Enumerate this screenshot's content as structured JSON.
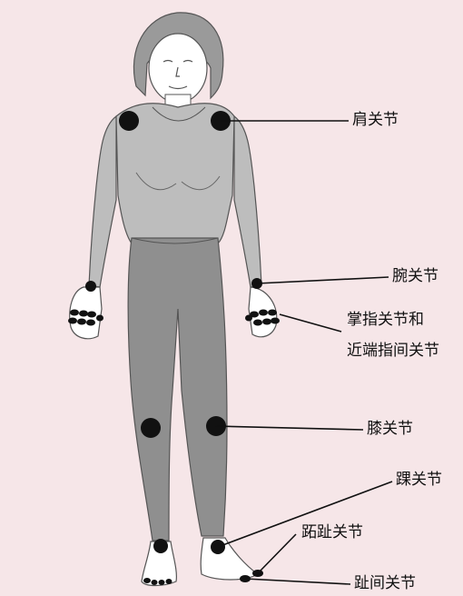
{
  "diagram": {
    "labels": {
      "shoulder": "肩关节",
      "wrist": "腕关节",
      "mcp_pip_line1": "掌指关节和",
      "mcp_pip_line2": "近端指间关节",
      "knee": "膝关节",
      "ankle": "踝关节",
      "mtp": "跖趾关节",
      "toe_ip": "趾间关节"
    },
    "colors": {
      "background": "#f6e6e8",
      "skin": "#ffffff",
      "top": "#bdbdbd",
      "leggings": "#8f8f8f",
      "hair": "#9a9a9a",
      "outline": "#555555",
      "joint_dot": "#111111",
      "leader_line": "#111111"
    }
  }
}
